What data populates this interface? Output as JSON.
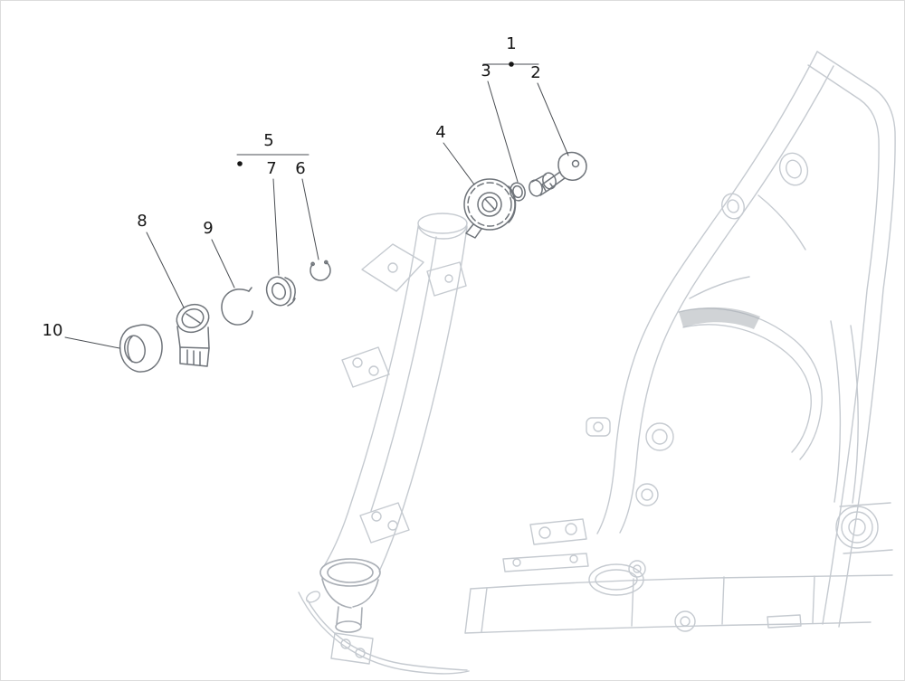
{
  "diagram": {
    "kind": "exploded-parts-diagram",
    "subject": "scooter-frame-lock-hardware",
    "background": "#ffffff",
    "colors": {
      "frame_line": "#c5cad0",
      "frame_dark": "#a9aeb5",
      "part_line": "#6f747a",
      "leader_line": "#4a4e53",
      "callout_text": "#161616"
    },
    "callouts": [
      {
        "label": "1"
      },
      {
        "label": "2"
      },
      {
        "label": "3"
      },
      {
        "label": "4"
      },
      {
        "label": "5"
      },
      {
        "label": "6"
      },
      {
        "label": "7"
      },
      {
        "label": "8"
      },
      {
        "label": "9"
      },
      {
        "label": "10"
      }
    ],
    "kits": [
      {
        "parent": "1",
        "members": [
          "3",
          "2"
        ]
      },
      {
        "parent": "5",
        "members": [
          "7",
          "6"
        ]
      }
    ]
  }
}
